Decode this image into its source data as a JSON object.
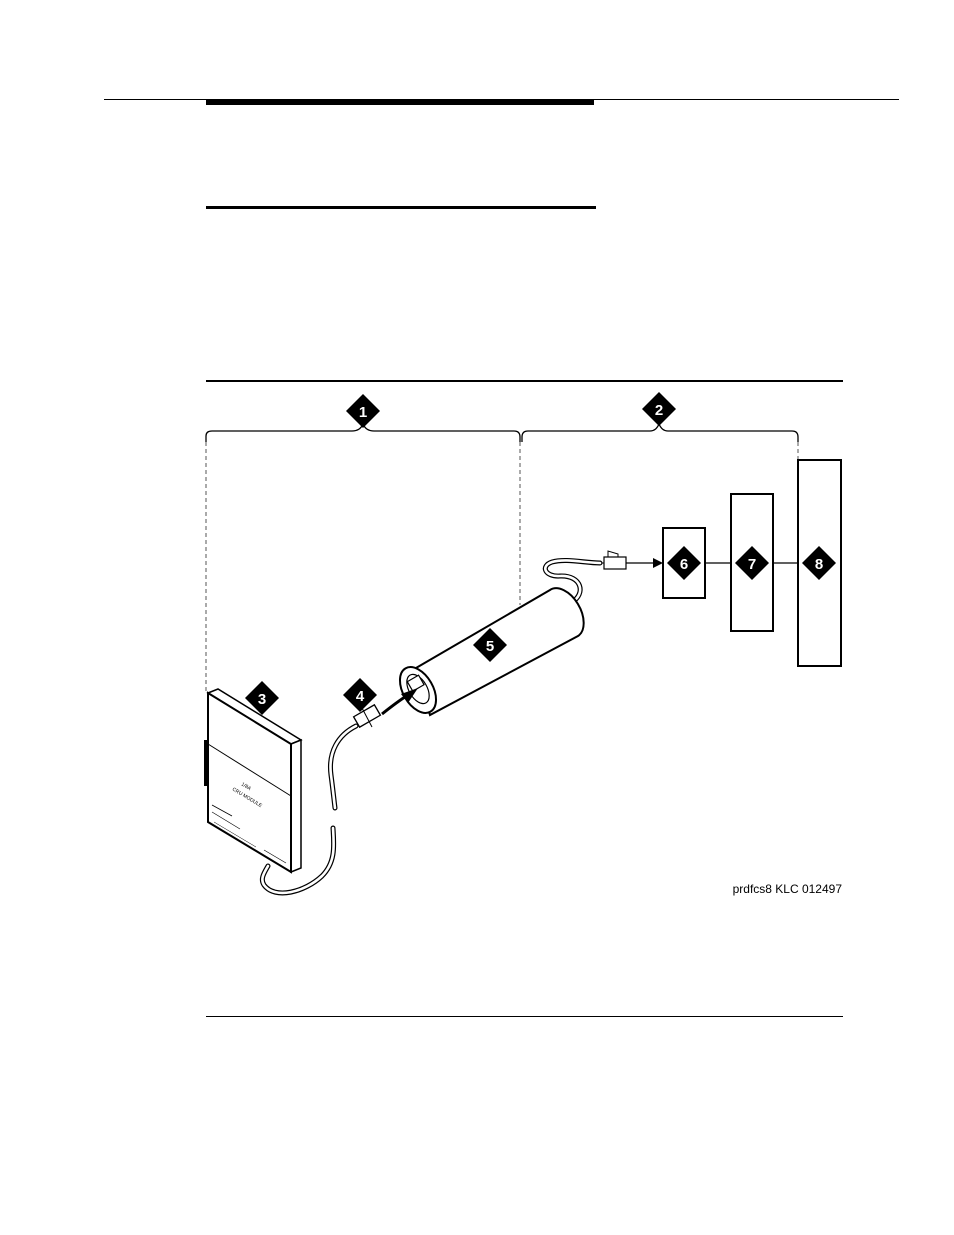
{
  "figure": {
    "callouts": [
      "1",
      "2",
      "3",
      "4",
      "5",
      "6",
      "7",
      "8"
    ],
    "module_label_line1": "1/8A",
    "module_label_line2": "CRU MODULE",
    "credit": "prdfcs8 KLC 012497"
  },
  "colors": {
    "ink": "#000000",
    "paper": "#ffffff",
    "guide": "#555555"
  }
}
